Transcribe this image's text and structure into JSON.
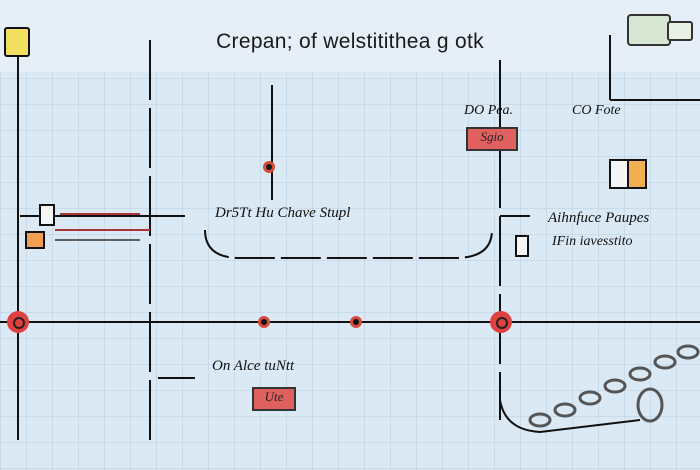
{
  "title": "Crepan; of welstitithea g otk",
  "labels": {
    "center_top": "Dr5Tt Hu Chave Stupl",
    "top_right_a": "DO Pea.",
    "top_right_a_box": "Sgio",
    "top_right_b": "CO Fote",
    "right_line1": "Aihnfuce Paupes",
    "right_line2": "IFin iavesstito",
    "bottom_center": "On Alce tuNtt",
    "bottom_center_box": "Ute"
  },
  "icons": [
    "badge-icon",
    "chain-icon",
    "device-icon"
  ],
  "colors": {
    "accent_red": "#e04040",
    "line": "#111111",
    "background": "#dbe9f5"
  }
}
